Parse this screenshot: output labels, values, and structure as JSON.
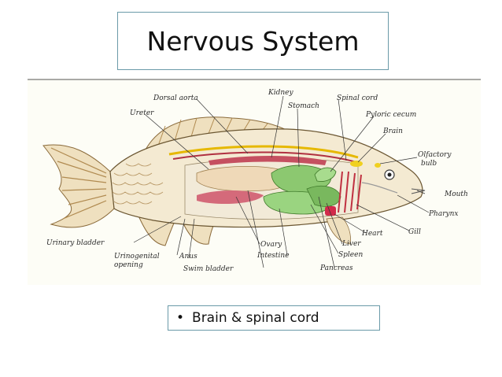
{
  "slide": {
    "title": "Nervous System",
    "bullet": "Brain & spinal cord"
  },
  "diagram": {
    "labels": {
      "dorsal_aorta": "Dorsal aorta",
      "kidney": "Kidney",
      "spinal_cord": "Spinal cord",
      "ureter": "Ureter",
      "stomach": "Stomach",
      "pyloric_cecum": "Pyloric cecum",
      "brain": "Brain",
      "olfactory": "Olfactory",
      "bulb": "bulb",
      "mouth": "Mouth",
      "pharynx": "Pharynx",
      "gill": "Gill",
      "urinary_bladder": "Urinary bladder",
      "heart": "Heart",
      "liver": "Liver",
      "ovary": "Ovary",
      "urinogenital": "Urinogenital",
      "opening": "opening",
      "anus": "Anus",
      "intestine": "Intestine",
      "spleen": "Spleen",
      "swim_bladder": "Swim bladder",
      "pancreas": "Pancreas"
    }
  }
}
